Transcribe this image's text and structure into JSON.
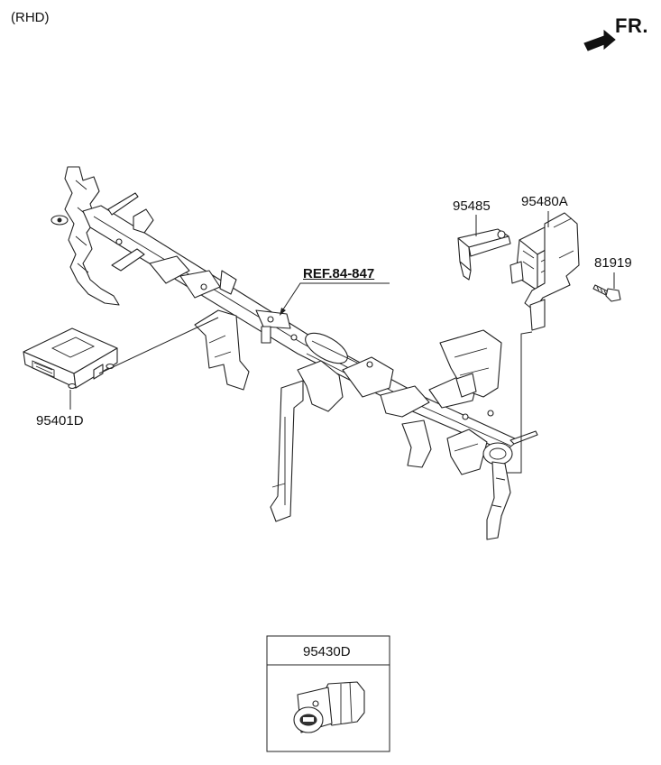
{
  "header": {
    "corner_note": "(RHD)",
    "direction_label": "FR."
  },
  "callouts": {
    "part_95485": "95485",
    "part_95480a": "95480A",
    "part_81919": "81919",
    "reference": "REF.84-847",
    "part_95401d": "95401D"
  },
  "inset": {
    "title": "95430D"
  },
  "icons": {
    "direction": "arrow-left-icon"
  }
}
